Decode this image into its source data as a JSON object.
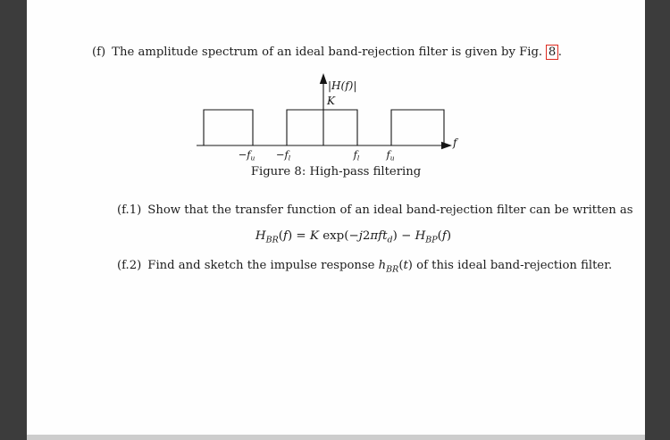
{
  "viewer": {
    "background_color": "#3c3c3c",
    "page_color": "#fefefe",
    "page_edge_color": "#cdcdcd",
    "link_box_color": "#dd2b20",
    "text_color": "#1c1c1c"
  },
  "part_f": {
    "label": "(f)",
    "text": "The amplitude spectrum of an ideal band-rejection filter is given by Fig.",
    "fig_ref": "8",
    "after": "."
  },
  "figure": {
    "ylabel": "|H(f)|",
    "level": "K",
    "xlabel": "f",
    "ticks": [
      {
        "base": "−f",
        "sub": "u"
      },
      {
        "base": "−f",
        "sub": "l"
      },
      {
        "base": "f",
        "sub": "l"
      },
      {
        "base": "f",
        "sub": "u"
      }
    ],
    "caption": "Figure 8: High-pass filtering"
  },
  "part_f1": {
    "label": "(f.1)",
    "text": "Show that the transfer function of an ideal band-rejection filter can be written as"
  },
  "equation": {
    "t1": "H",
    "t2": "BR",
    "t3": "(",
    "t4": "f",
    "t5": ") = ",
    "t6": "K",
    "t7": " exp(−",
    "t8": "j",
    "t9": "2",
    "t10": "πft",
    "t11": "d",
    "t12": ") − ",
    "t13": "H",
    "t14": "BP",
    "t15": "(",
    "t16": "f",
    "t17": ")"
  },
  "part_f2": {
    "label": "(f.2)",
    "text1": "Find and sketch the impulse response ",
    "h": "h",
    "h_sub": "BR",
    "h_arg_open": "(",
    "h_arg": "t",
    "h_arg_close": ")",
    "text2": " of this ideal band-rejection filter."
  }
}
